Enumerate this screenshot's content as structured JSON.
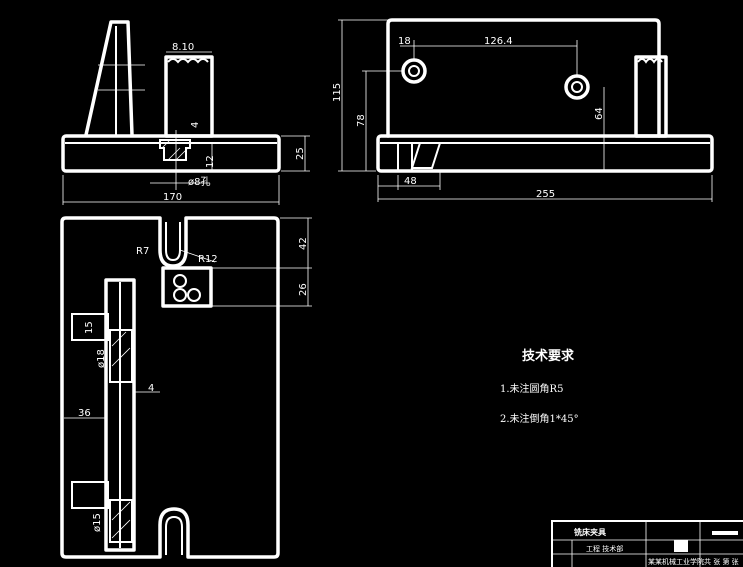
{
  "dimensions": {
    "front_top_width": "8.10",
    "front_rib_height": "4",
    "front_hole_depth": "12",
    "front_base_thickness": "25",
    "front_hole_dia": "ø8孔",
    "front_overall_width": "170",
    "side_hole_offset": "18",
    "side_hole_spacing": "126.4",
    "side_overall_height": "115",
    "side_hole_height_left": "78",
    "side_hole_height_right": "64",
    "side_slot_offset": "48",
    "side_overall_length": "255",
    "top_slot_radius_left": "R7",
    "top_slot_radius_right": "R12",
    "top_slot_depth": "42",
    "top_block_size": "26",
    "top_hole_count_label": "15",
    "top_pin_dia": "ø18",
    "top_pin_clearance": "4",
    "top_rib_offset": "36",
    "top_pin_dia_bottom": "ø15"
  },
  "notes": {
    "title": "技术要求",
    "items": [
      "1.未注圆角R5",
      "2.未注倒角1*45°"
    ]
  },
  "title_block": {
    "name": "铣床夹具",
    "drawn_by": "工程 技术部",
    "school": "某某机械工业学院",
    "sheet": "共 张 第 张"
  }
}
